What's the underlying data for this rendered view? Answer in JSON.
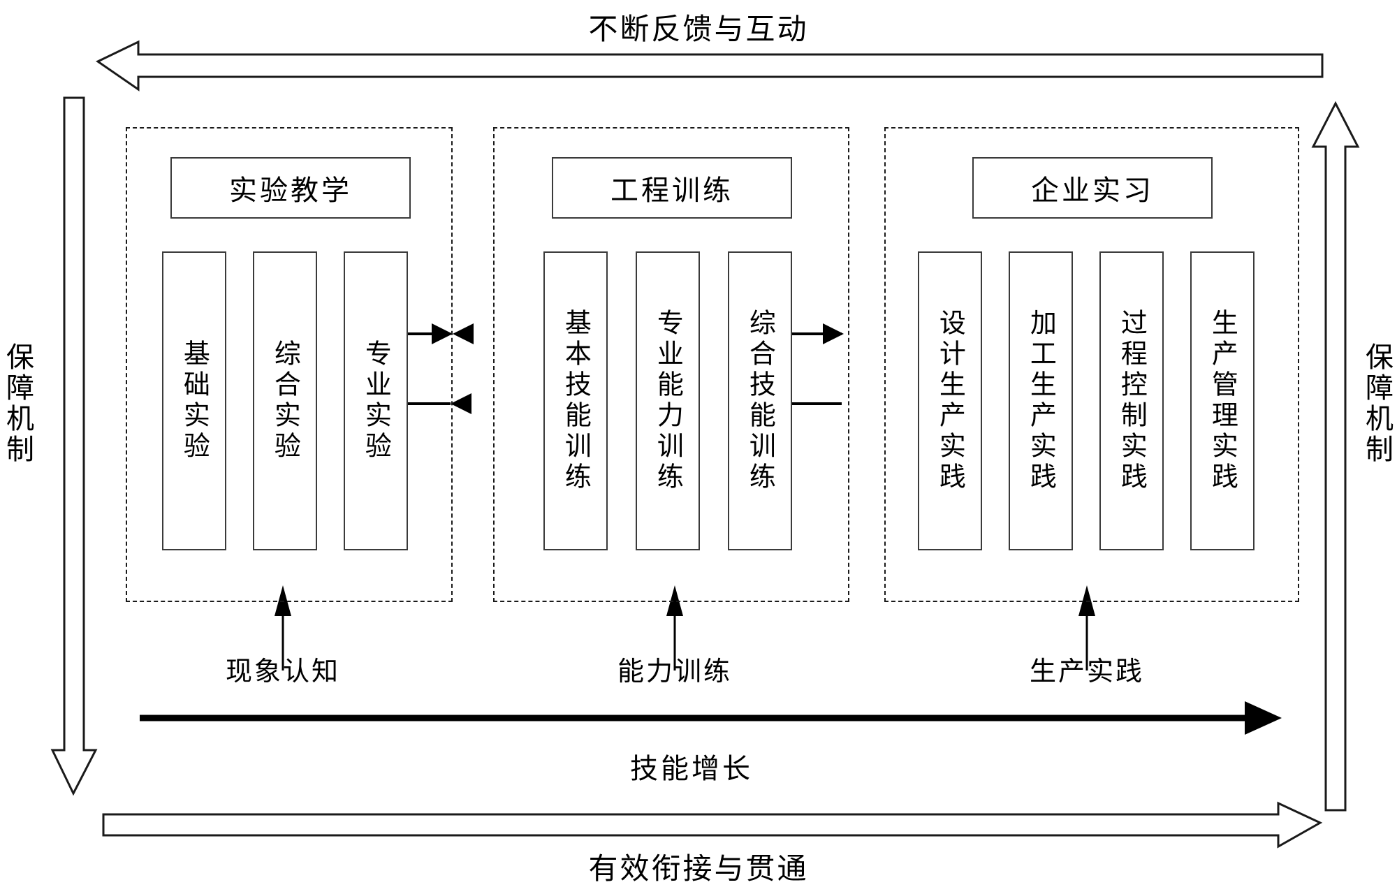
{
  "diagram": {
    "title_top": "不断反馈与互动",
    "title_bottom": "有效衔接与贯通",
    "side_left": "保障机制",
    "side_right": "保障机制",
    "growth_axis_label": "技能增长",
    "groups": [
      {
        "title": "实验教学",
        "stage_label": "现象认知",
        "items": [
          "基础实验",
          "综合实验",
          "专业实验"
        ]
      },
      {
        "title": "工程训练",
        "stage_label": "能力训练",
        "items": [
          "基本技能训练",
          "专业能力训练",
          "综合技能训练"
        ]
      },
      {
        "title": "企业实习",
        "stage_label": "生产实践",
        "items": [
          "设计生产实践",
          "加工生产实践",
          "过程控制实践",
          "生产管理实践"
        ]
      }
    ],
    "connectors": [
      {
        "name": "group2-to-group1",
        "direction": "left"
      },
      {
        "name": "group1-to-group2",
        "direction": "right"
      },
      {
        "name": "group3-to-group2",
        "direction": "left"
      },
      {
        "name": "group2-to-group3",
        "direction": "right"
      }
    ],
    "colors": {
      "stroke": "#1a1a1a",
      "box_stroke": "#3a3a3a",
      "background": "#ffffff",
      "text": "#000000"
    }
  }
}
